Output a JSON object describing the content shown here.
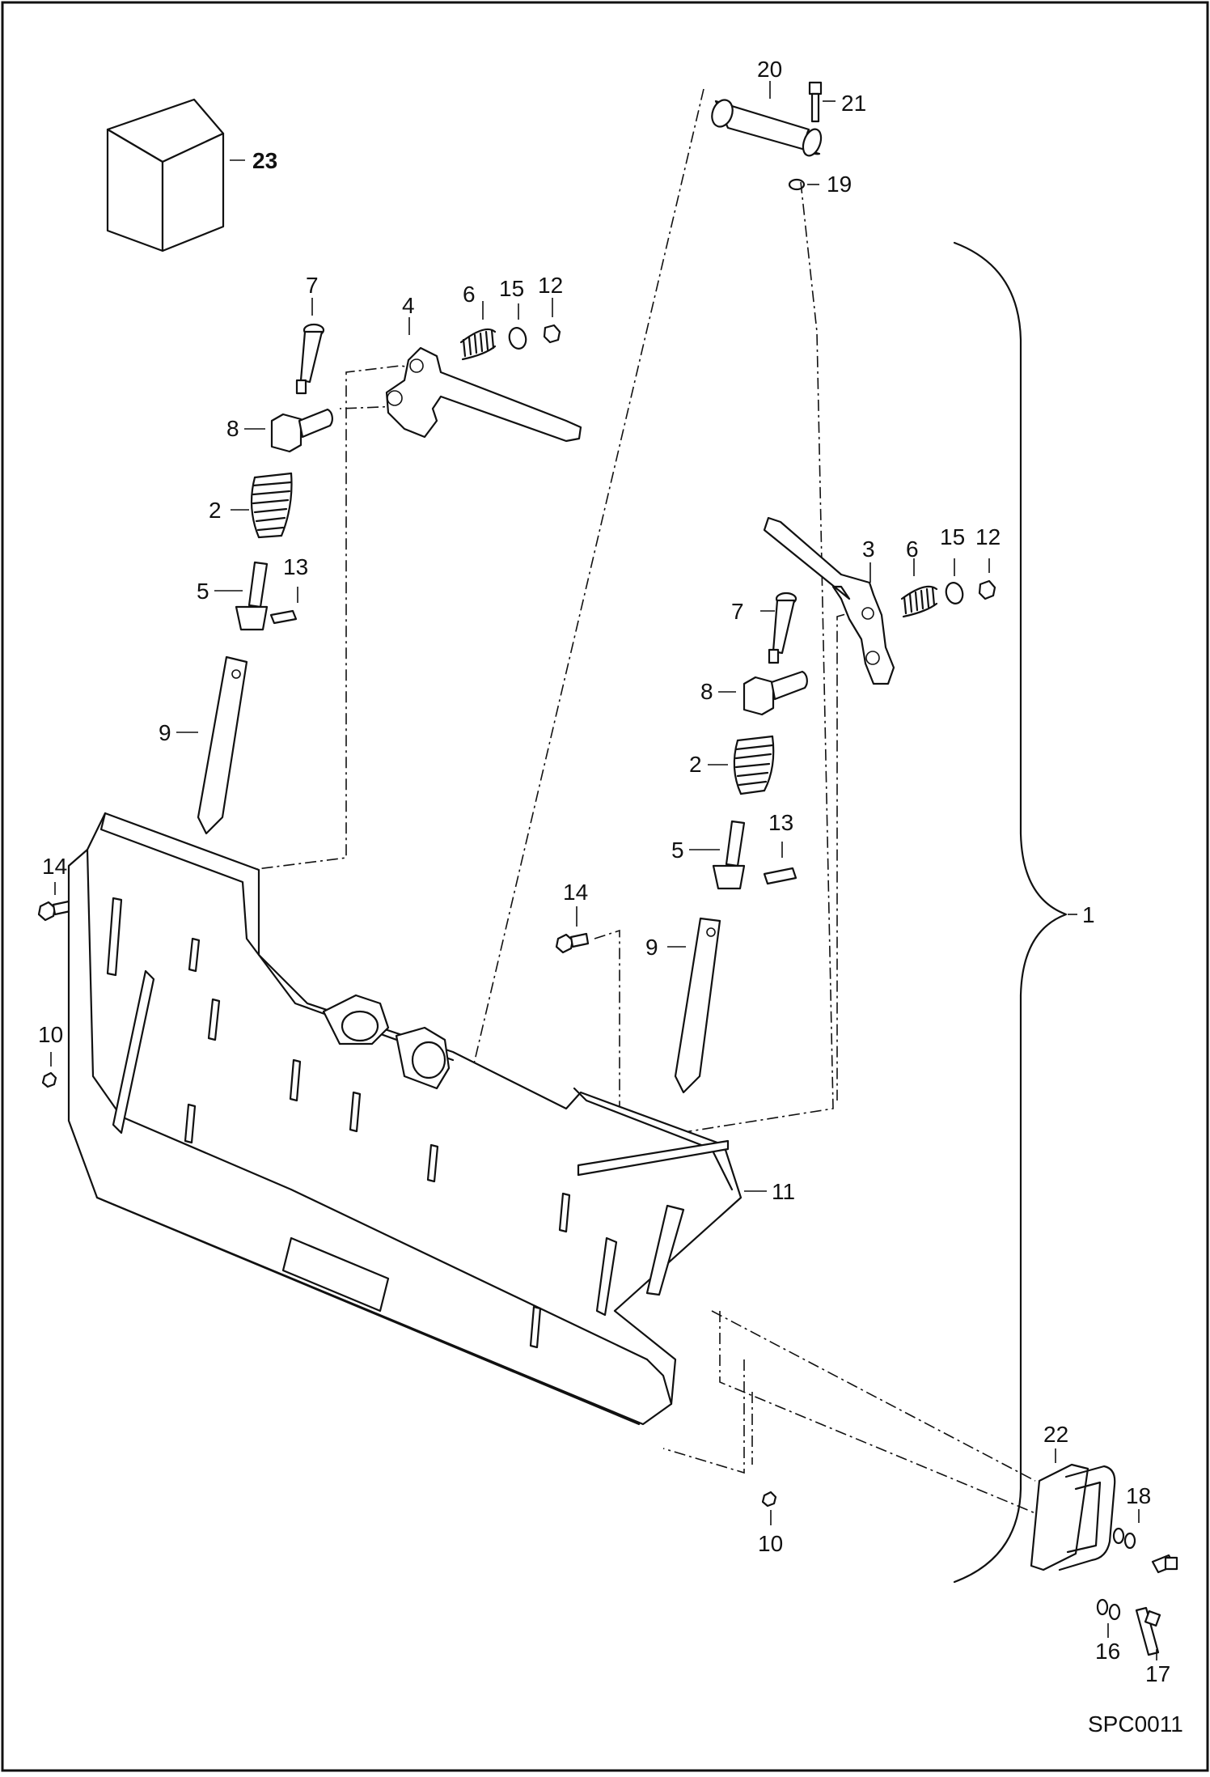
{
  "drawing_id": "SPC0011",
  "labels": {
    "l1": "1",
    "l2a": "2",
    "l2b": "2",
    "l3": "3",
    "l4": "4",
    "l5a": "5",
    "l5b": "5",
    "l6a": "6",
    "l6b": "6",
    "l7a": "7",
    "l7b": "7",
    "l8a": "8",
    "l8b": "8",
    "l9a": "9",
    "l9b": "9",
    "l10a": "10",
    "l10b": "10",
    "l11": "11",
    "l12a": "12",
    "l12b": "12",
    "l13a": "13",
    "l13b": "13",
    "l14a": "14",
    "l14b": "14",
    "l15a": "15",
    "l15b": "15",
    "l16": "16",
    "l17": "17",
    "l18": "18",
    "l19": "19",
    "l20": "20",
    "l21": "21",
    "l22": "22",
    "l23": "23"
  }
}
